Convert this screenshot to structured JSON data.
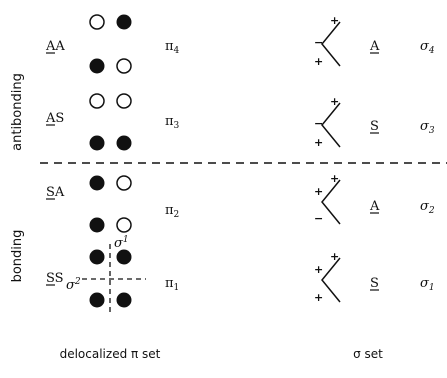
{
  "side_labels": {
    "top": "antibonding",
    "bottom": "bonding"
  },
  "pi_set": {
    "rows": [
      {
        "sym": "AA",
        "orbital": "π",
        "sub": "4"
      },
      {
        "sym": "AS",
        "orbital": "π",
        "sub": "3"
      },
      {
        "sym": "SA",
        "orbital": "π",
        "sub": "2"
      },
      {
        "sym": "SS",
        "orbital": "π",
        "sub": "1"
      }
    ],
    "mirror_v": {
      "base": "σ",
      "sup": "1"
    },
    "mirror_h": {
      "base": "σ",
      "sup": "2"
    }
  },
  "sigma_set": {
    "rows": [
      {
        "sym": "A",
        "orbital": "σ",
        "sub": "4",
        "signs": [
          "+",
          "−",
          "+"
        ]
      },
      {
        "sym": "S",
        "orbital": "σ",
        "sub": "3",
        "signs": [
          "+",
          "−",
          "+"
        ]
      },
      {
        "sym": "A",
        "orbital": "σ",
        "sub": "2",
        "signs": [
          "+",
          "+",
          "−"
        ]
      },
      {
        "sym": "S",
        "orbital": "σ",
        "sub": "1",
        "signs": [
          "+",
          "+",
          "+"
        ]
      }
    ]
  },
  "captions": {
    "left": "delocalized π set",
    "right": "σ set"
  }
}
